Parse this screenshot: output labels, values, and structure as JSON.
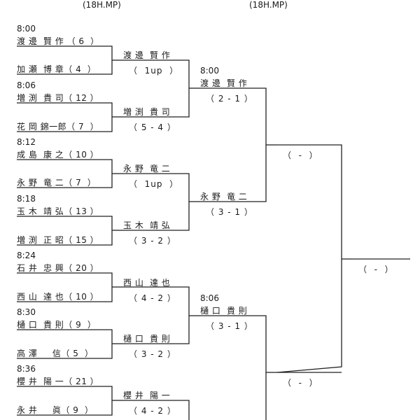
{
  "header": {
    "round1_format": "(18H.MP)",
    "round2_format": "(18H.MP)"
  },
  "round1": [
    {
      "time": "8:00",
      "top": "渡 邊  賢 作 （ 6  ）",
      "bottom": "加 瀬  博 章（ 4  ）"
    },
    {
      "time": "8:06",
      "top": "増 渕  貴 司（ 12 ）",
      "bottom": "花 岡 錦一郎（ 7  ）"
    },
    {
      "time": "8:12",
      "top": "成 島  康 之（ 10 ）",
      "bottom": "永 野  竜 二（ 7  ）"
    },
    {
      "time": "8:18",
      "top": "玉 木  靖 弘（ 13 ）",
      "bottom": "増 渕  正 昭（ 15 ）"
    },
    {
      "time": "8:24",
      "top": "石 井  忠 興（ 20 ）",
      "bottom": "西 山  達 也（ 10 ）"
    },
    {
      "time": "8:30",
      "top": "樋 口  貴 則（ 9  ）",
      "bottom": "高 澤     信（ 5  ）"
    },
    {
      "time": "8:36",
      "top": "櫻 井  陽 一（ 21 ）",
      "bottom": "永 井     眞（ 9  ）"
    }
  ],
  "round2": [
    {
      "winner": "渡 邊  賢 作",
      "score": "（  1up  ）"
    },
    {
      "winner": "増 渕  貴 司",
      "score": "（ 5 - 4 ）"
    },
    {
      "winner": "永 野  竜 二",
      "score": "（  1up  ）"
    },
    {
      "winner": "玉 木  靖 弘",
      "score": "（ 3 - 2 ）"
    },
    {
      "winner": "西 山  達 也",
      "score": "（ 4 - 2 ）"
    },
    {
      "winner": "樋 口  貴 則",
      "score": "（ 3 - 2 ）"
    },
    {
      "winner": "櫻 井  陽 一",
      "score": "（ 4 - 2 ）"
    }
  ],
  "round3": [
    {
      "time": "8:00",
      "winner": "渡 邊  賢 作",
      "score": "（ 2 - 1 ）"
    },
    {
      "time": "",
      "winner": "永 野  竜 二",
      "score": "（ 3 - 1 ）"
    },
    {
      "time": "8:06",
      "winner": "樋 口  貴 則",
      "score": "（ 3 - 1 ）"
    }
  ],
  "round4": [
    {
      "winner": "",
      "score": "（  -  ）"
    },
    {
      "winner": "",
      "score": "（  -  ）"
    }
  ],
  "round5": [
    {
      "winner": "",
      "score": "（  -  ）"
    }
  ]
}
